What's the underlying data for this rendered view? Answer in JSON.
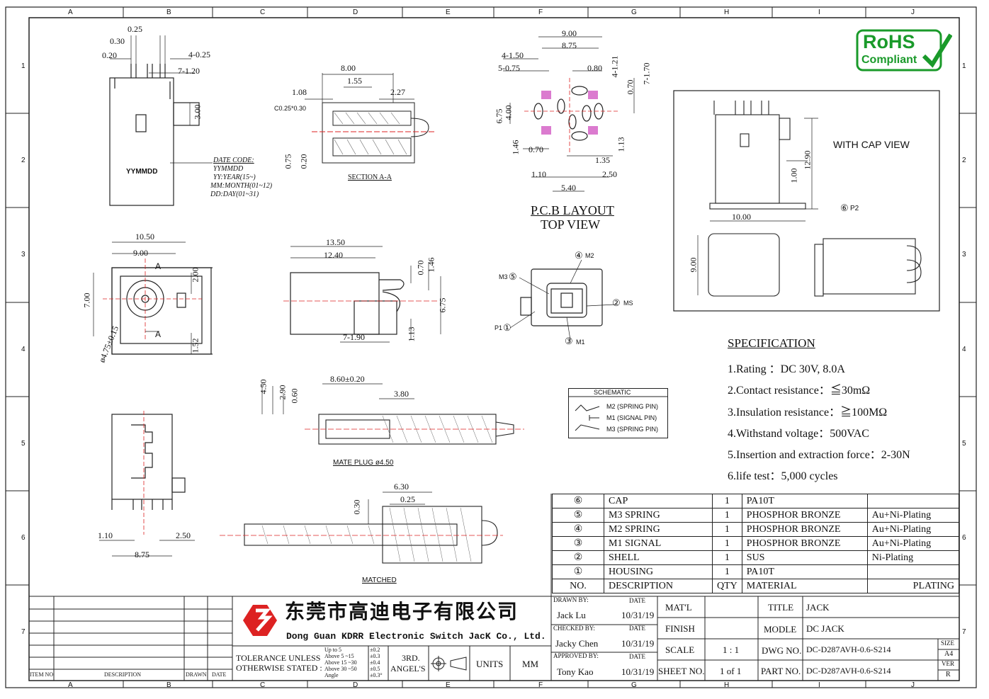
{
  "frame": {
    "columns": [
      "A",
      "B",
      "C",
      "D",
      "E",
      "F",
      "G",
      "H",
      "I",
      "J"
    ],
    "rows": [
      "1",
      "2",
      "3",
      "4",
      "5",
      "6",
      "7"
    ]
  },
  "rohs": {
    "line1": "RoHS",
    "line2": "Compliant",
    "color": "#1a9a2a"
  },
  "views": {
    "top": {
      "dims": [
        "0.25",
        "0.30",
        "0.20",
        "4-0.25",
        "7-1.20",
        "3.00"
      ],
      "marking": "YYMMDD",
      "date_code": [
        "DATE CODE:",
        "YYMMDD",
        "YY:YEAR(15~)",
        "MM:MONTH(01~12)",
        "DD:DAY(01~31)"
      ]
    },
    "section": {
      "dims": [
        "8.00",
        "1.55",
        "1.08",
        "2.27",
        "C0.25*0.30",
        "0.75",
        "0.20"
      ],
      "caption": "SECTION A-A"
    },
    "pcb": {
      "dims": [
        "9.00",
        "8.75",
        "4-1.50",
        "5-0.75",
        "0.80",
        "4-1.21",
        "0.70",
        "7-1.70",
        "6.75",
        "4.00",
        "1.46",
        "0.70",
        "1.13",
        "1.35",
        "1.10",
        "2.50",
        "5.40"
      ],
      "title": "P.C.B LAYOUT",
      "subtitle": "TOP VIEW",
      "pad_color": "#d04fc0"
    },
    "cap": {
      "title": "WITH CAP VIEW",
      "dims": [
        "12.90",
        "1.00",
        "10.00",
        "9.00"
      ],
      "callout": "P2",
      "callout_num": "⑥"
    },
    "front": {
      "dims": [
        "10.50",
        "9.00",
        "7.00",
        "2.00",
        "1.52",
        "ø4.75±0.15"
      ],
      "section_mark": "A"
    },
    "side": {
      "dims": [
        "13.50",
        "12.40",
        "0.70",
        "1.46",
        "6.75",
        "1.13",
        "7-1.90"
      ]
    },
    "pins": {
      "labels": [
        {
          "num": "④",
          "name": "M2"
        },
        {
          "num": "⑤",
          "name": "M3"
        },
        {
          "num": "②",
          "name": "MS"
        },
        {
          "num": "①",
          "name": "P1"
        },
        {
          "num": "③",
          "name": "M1"
        }
      ]
    },
    "plug": {
      "dims": [
        "4.50",
        "2.90",
        "0.60",
        "8.60±0.20",
        "3.80"
      ],
      "caption": "MATE PLUG ø4.50"
    },
    "schematic": {
      "title": "SCHEMATIC",
      "items": [
        "M2 (SPRING PIN)",
        "M1 (SIGNAL PIN)",
        "M3 (SPRING PIN)"
      ]
    },
    "bottom": {
      "dims": [
        "1.10",
        "2.50",
        "8.75"
      ]
    },
    "matched": {
      "dims": [
        "6.30",
        "0.25",
        "0.30"
      ],
      "caption": "MATCHED"
    }
  },
  "specification": {
    "title": "SPECIFICATION",
    "lines": [
      "1.Rating ：DC 30V, 8.0A",
      "2.Contact resistance：≦30mΩ",
      "3.Insulation resistance：≧100MΩ",
      "4.Withstand voltage：500VAC",
      "5.Insertion and extraction force：2-30N",
      "6.life test：5,000 cycles"
    ]
  },
  "bom": {
    "rows": [
      {
        "no": "⑥",
        "desc": "CAP",
        "qty": "1",
        "material": "PA10T",
        "plating": ""
      },
      {
        "no": "⑤",
        "desc": "M3  SPRING",
        "qty": "1",
        "material": "PHOSPHOR BRONZE",
        "plating": "Au+Ni-Plating"
      },
      {
        "no": "④",
        "desc": "M2  SPRING",
        "qty": "1",
        "material": "PHOSPHOR BRONZE",
        "plating": "Au+Ni-Plating"
      },
      {
        "no": "③",
        "desc": "M1  SIGNAL",
        "qty": "1",
        "material": "PHOSPHOR BRONZE",
        "plating": "Au+Ni-Plating"
      },
      {
        "no": "②",
        "desc": "SHELL",
        "qty": "1",
        "material": "SUS",
        "plating": "Ni-Plating"
      },
      {
        "no": "①",
        "desc": "HOUSING",
        "qty": "1",
        "material": "PA10T",
        "plating": ""
      }
    ],
    "header": {
      "no": "NO.",
      "desc": "DESCRIPTION",
      "qty": "QTY",
      "material": "MATERIAL",
      "plating": "PLATING"
    }
  },
  "title_block": {
    "company_cn": "东莞市高迪电子有限公司",
    "company_en": "Dong Guan KDRR  Electronic Switch JacK Co., Ltd.",
    "revision_headers": {
      "item": "ITEM NO",
      "desc": "DESCRIPTION",
      "drawn": "DRAWN",
      "date": "DATE"
    },
    "tolerance": {
      "label1": "TOLERANCE UNLESS",
      "label2": "OTHERWISE STATED :",
      "ranges": [
        "Up to 5",
        "Above 5  ~15",
        "Above 15 ~30",
        "Above 30 ~50",
        "Angle"
      ],
      "values": [
        "±0.2",
        "±0.3",
        "±0.4",
        "±0.5",
        "±0.3°"
      ]
    },
    "angle": {
      "line1": "3RD.",
      "line2": "ANGEL'S"
    },
    "units_label": "UNITS",
    "units": "MM",
    "drawn_by": {
      "label": "DRAWN BY:",
      "date_label": "DATE",
      "name": "Jack  Lu",
      "date": "10/31/19"
    },
    "checked_by": {
      "label": "CHECKED BY:",
      "date_label": "DATE",
      "name": "Jacky Chen",
      "date": "10/31/19"
    },
    "approved_by": {
      "label": "APPROVED BY:",
      "date_label": "DATE",
      "name": "Tony Kao",
      "date": "10/31/19"
    },
    "matl_label": "MAT'L",
    "finish_label": "FINISH",
    "scale_label": "SCALE",
    "scale": "1 : 1",
    "sheet_label": "SHEET NO.",
    "sheet": "1 of 1",
    "title_label": "TITLE",
    "title": "JACK",
    "model_label": "MODLE",
    "model": "DC JACK",
    "dwg_label": "DWG NO.",
    "dwg": "DC-D287AVH-0.6-S214",
    "part_label": "PART NO.",
    "part": "DC-D287AVH-0.6-S214",
    "size_label": "SIZE",
    "size": "A4",
    "ver_label": "VER",
    "ver": "R"
  }
}
